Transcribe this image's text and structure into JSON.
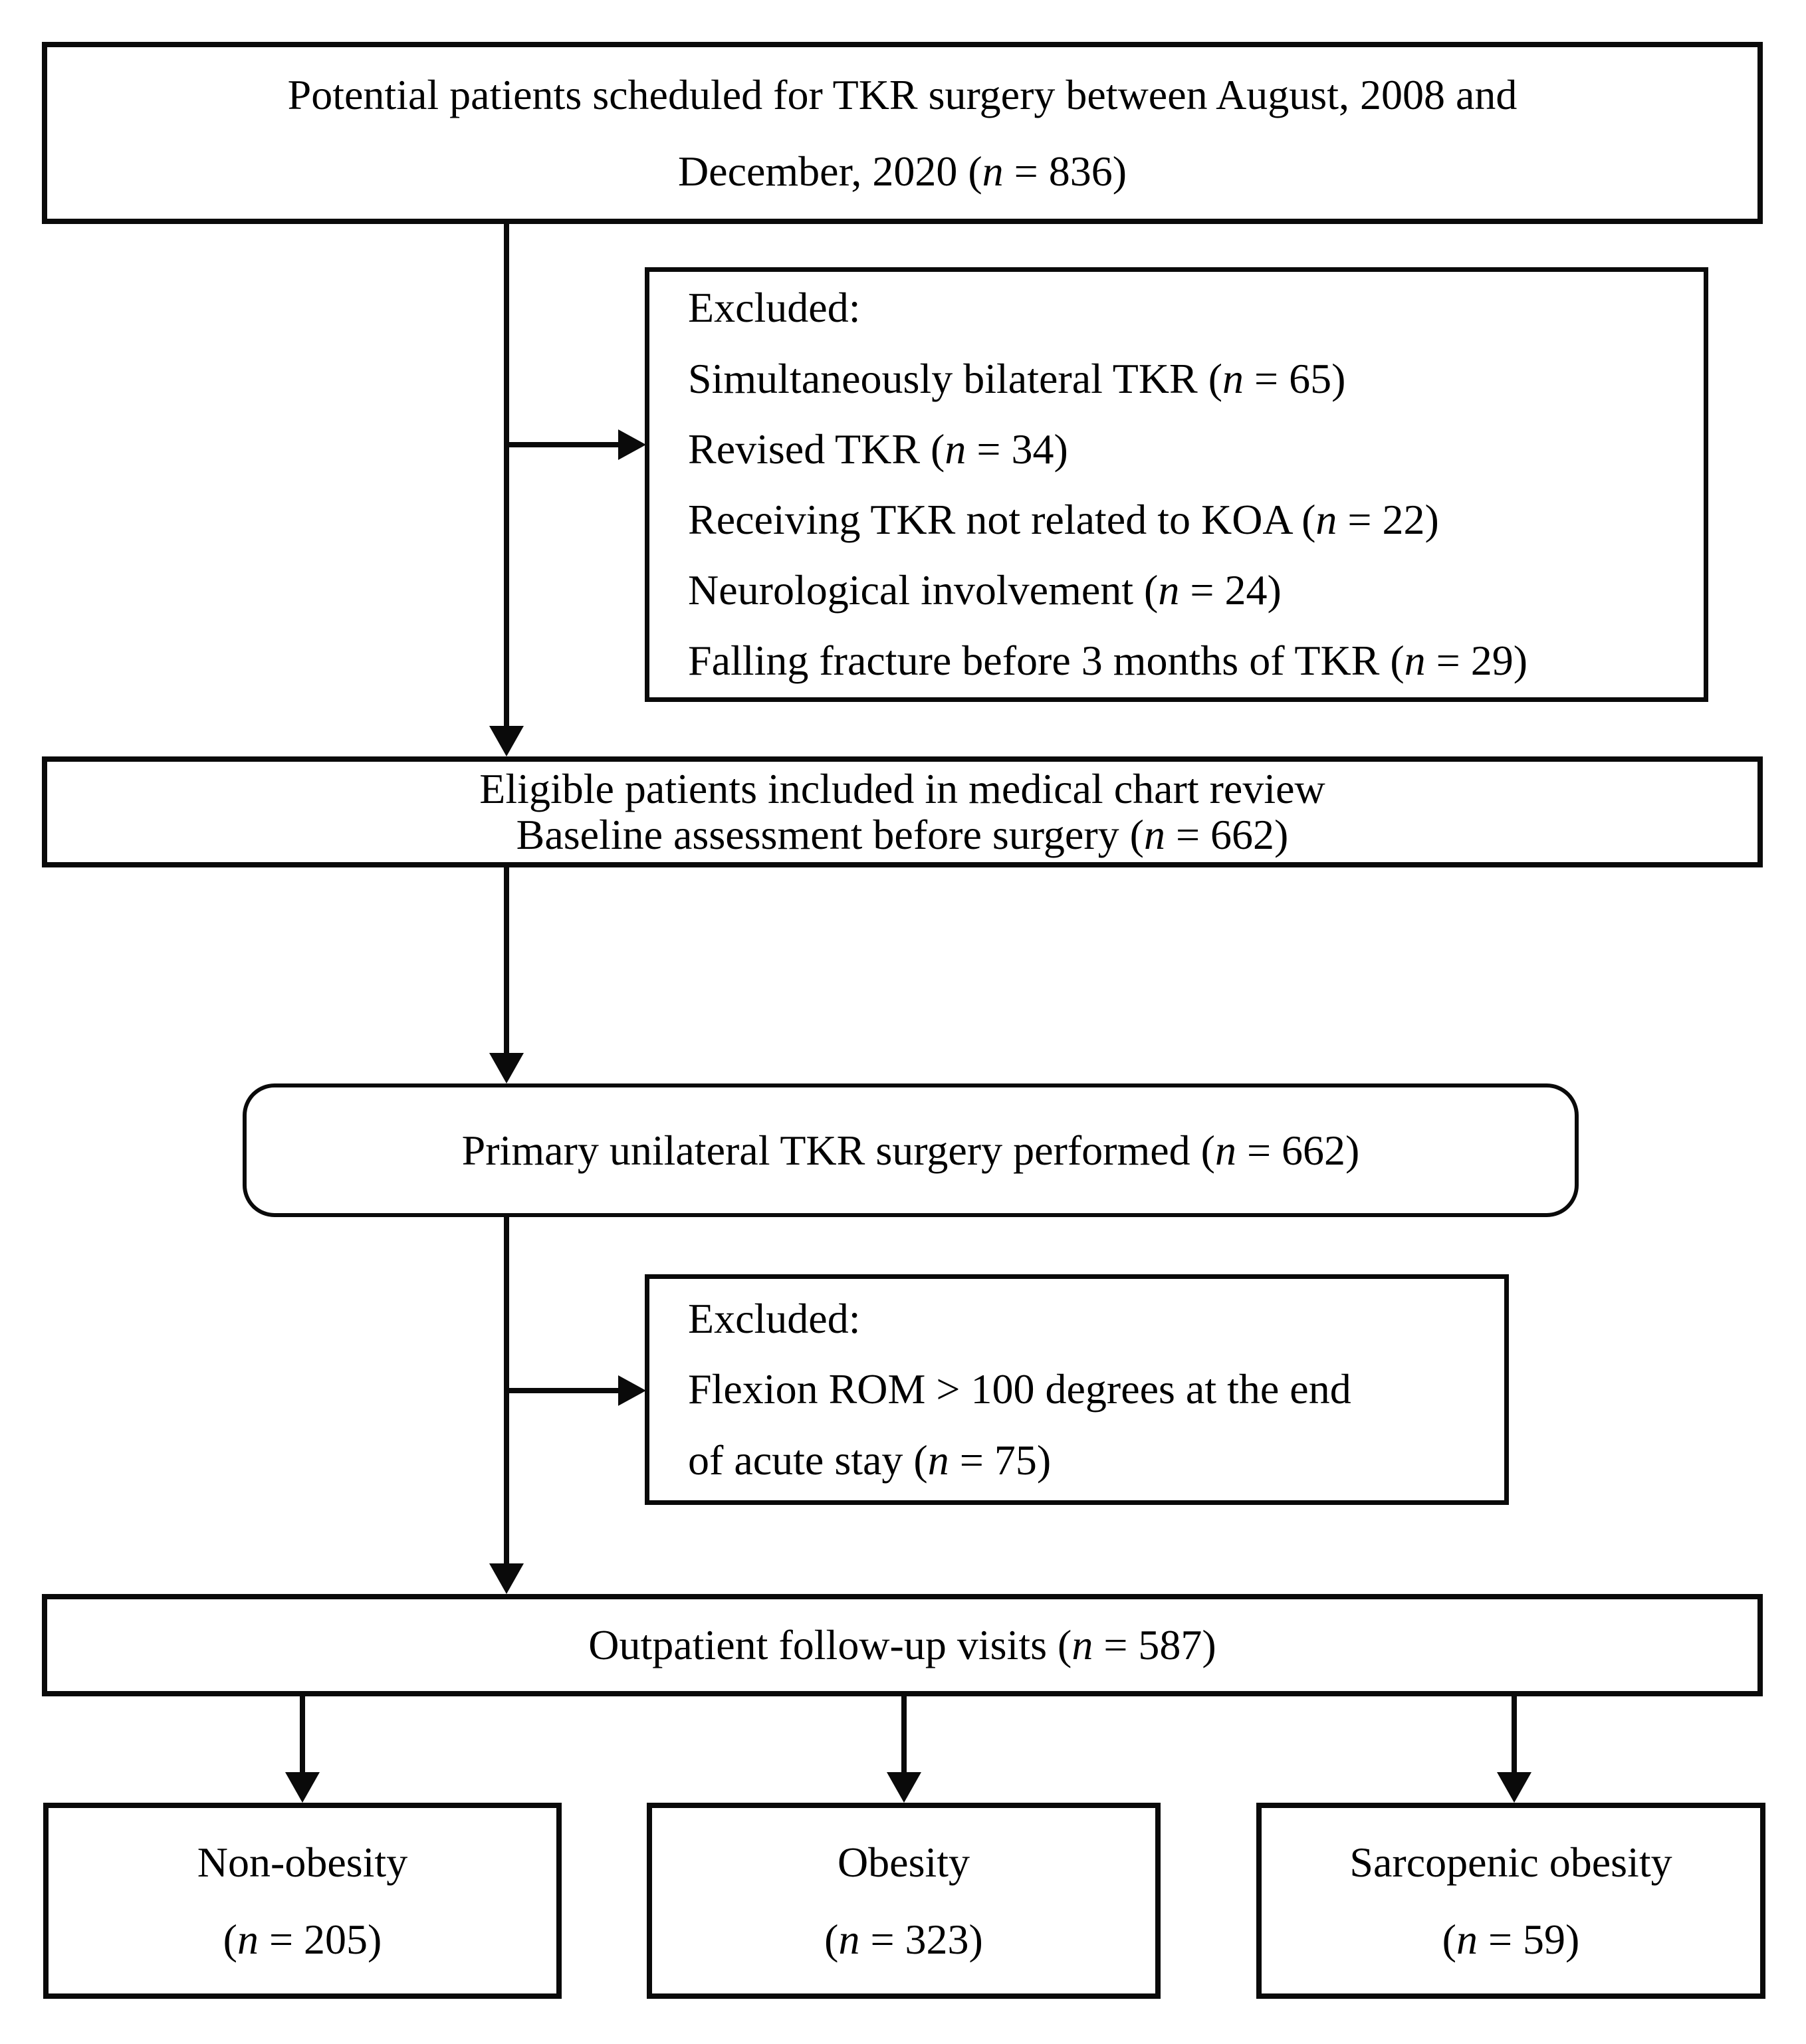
{
  "figure": {
    "type": "patient-flow-diagram",
    "colors": {
      "line": "#0a0a0a",
      "background": "#ffffff",
      "text": "#000000"
    }
  },
  "boxes": {
    "potential": {
      "lines": [
        "Potential patients scheduled for TKR surgery between August, 2008 and",
        "December, 2020 (n = 836)"
      ]
    },
    "excluded_initial": {
      "lines": [
        "Excluded:",
        "Simultaneously bilateral TKR (n = 65)",
        "Revised TKR (n = 34)",
        "Receiving TKR not related to KOA (n = 22)",
        "Neurological involvement (n = 24)",
        "Falling fracture before 3 months of TKR (n = 29)"
      ]
    },
    "eligible": {
      "lines": [
        "Eligible patients included in medical chart review",
        "Baseline assessment before surgery (n = 662)"
      ]
    },
    "surgery": {
      "lines": [
        "Primary unilateral TKR surgery performed (n = 662)"
      ]
    },
    "excluded_rom": {
      "lines": [
        "Excluded:",
        "Flexion ROM > 100 degrees at the end",
        "of acute stay (n = 75)"
      ]
    },
    "outpatient": {
      "lines": [
        "Outpatient follow-up visits (n = 587)"
      ]
    },
    "non_obesity": {
      "lines": [
        "Non-obesity",
        "(n = 205)"
      ]
    },
    "obesity": {
      "lines": [
        "Obesity",
        "(n = 323)"
      ]
    },
    "sarcopenic_obesity": {
      "lines": [
        "Sarcopenic obesity",
        "(n = 59)"
      ]
    }
  },
  "sample_sizes": {
    "potential": 836,
    "excluded_bilateral": 65,
    "excluded_revised": 34,
    "excluded_not_koa": 22,
    "excluded_neurological": 24,
    "excluded_falling_fracture": 29,
    "eligible": 662,
    "surgery_performed": 662,
    "excluded_flexion_rom": 75,
    "outpatient_followup": 587,
    "non_obesity": 205,
    "obesity": 323,
    "sarcopenic_obesity": 59
  }
}
